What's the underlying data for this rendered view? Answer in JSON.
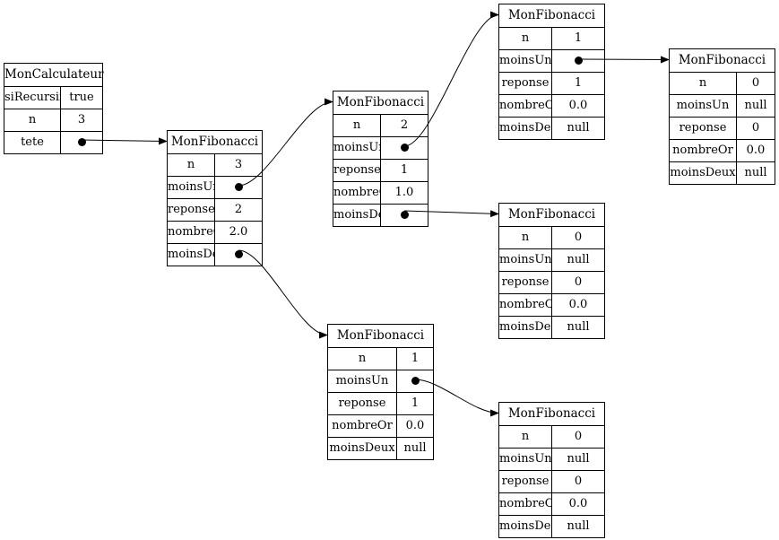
{
  "nodes": [
    {
      "id": "calc",
      "title": "MonCalculateur",
      "rows": [
        {
          "key": "siRecursif",
          "value": "true"
        },
        {
          "key": "n",
          "value": "3"
        },
        {
          "key": "tete",
          "value": "",
          "pointer": "fib1"
        }
      ]
    },
    {
      "id": "fib1",
      "title": "MonFibonacci",
      "rows": [
        {
          "key": "n",
          "value": "3"
        },
        {
          "key": "moinsUn",
          "value": "",
          "pointer": "fib2"
        },
        {
          "key": "reponse",
          "value": "2"
        },
        {
          "key": "nombreOr",
          "value": "2.0"
        },
        {
          "key": "moinsDeux",
          "value": "",
          "pointer": "fib3"
        }
      ]
    },
    {
      "id": "fib2",
      "title": "MonFibonacci",
      "rows": [
        {
          "key": "n",
          "value": "2"
        },
        {
          "key": "moinsUn",
          "value": "",
          "pointer": "fib4"
        },
        {
          "key": "reponse",
          "value": "1"
        },
        {
          "key": "nombreOr",
          "value": "1.0"
        },
        {
          "key": "moinsDeux",
          "value": "",
          "pointer": "fib5"
        }
      ]
    },
    {
      "id": "fib3",
      "title": "MonFibonacci",
      "rows": [
        {
          "key": "n",
          "value": "1"
        },
        {
          "key": "moinsUn",
          "value": "",
          "pointer": "fib6"
        },
        {
          "key": "reponse",
          "value": "1"
        },
        {
          "key": "nombreOr",
          "value": "0.0"
        },
        {
          "key": "moinsDeux",
          "value": "null"
        }
      ]
    },
    {
      "id": "fib4",
      "title": "MonFibonacci",
      "rows": [
        {
          "key": "n",
          "value": "1"
        },
        {
          "key": "moinsUn",
          "value": "",
          "pointer": "fib7"
        },
        {
          "key": "reponse",
          "value": "1"
        },
        {
          "key": "nombreOr",
          "value": "0.0"
        },
        {
          "key": "moinsDeux",
          "value": "null"
        }
      ]
    },
    {
      "id": "fib5",
      "title": "MonFibonacci",
      "rows": [
        {
          "key": "n",
          "value": "0"
        },
        {
          "key": "moinsUn",
          "value": "null"
        },
        {
          "key": "reponse",
          "value": "0"
        },
        {
          "key": "nombreOr",
          "value": "0.0"
        },
        {
          "key": "moinsDeux",
          "value": "null"
        }
      ]
    },
    {
      "id": "fib6",
      "title": "MonFibonacci",
      "rows": [
        {
          "key": "n",
          "value": "0"
        },
        {
          "key": "moinsUn",
          "value": "null"
        },
        {
          "key": "reponse",
          "value": "0"
        },
        {
          "key": "nombreOr",
          "value": "0.0"
        },
        {
          "key": "moinsDeux",
          "value": "null"
        }
      ]
    },
    {
      "id": "fib7",
      "title": "MonFibonacci",
      "rows": [
        {
          "key": "n",
          "value": "0"
        },
        {
          "key": "moinsUn",
          "value": "null"
        },
        {
          "key": "reponse",
          "value": "0"
        },
        {
          "key": "nombreOr",
          "value": "0.0"
        },
        {
          "key": "moinsDeux",
          "value": "null"
        }
      ]
    }
  ]
}
